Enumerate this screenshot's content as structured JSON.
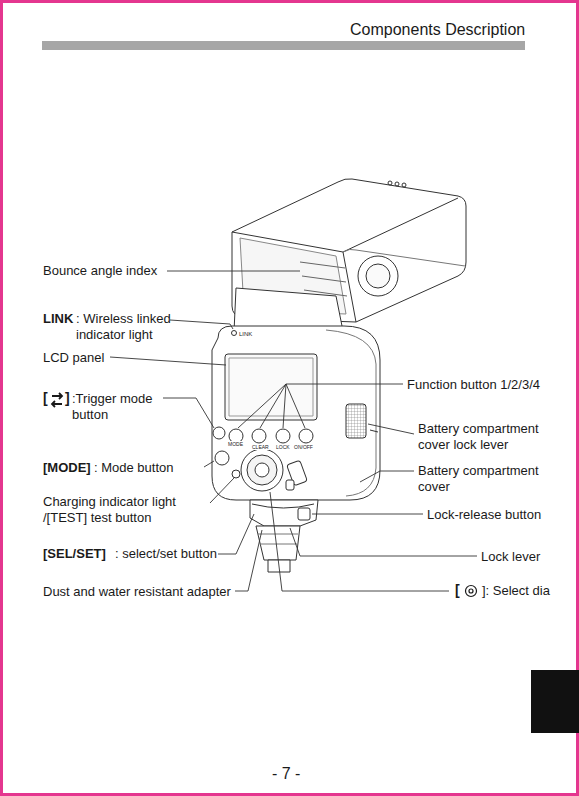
{
  "diagram": {
    "title": "Components Description",
    "labels": [
      "Bounce angle index",
      "LINK",
      ": Wireless linked indicator light",
      "LCD panel",
      "[",
      "]",
      ":Trigger mode button",
      "[MODE]",
      ": Mode button",
      "Charging indicator light /[TEST] test button",
      "[SEL/SET]",
      ": select/set button",
      "Dust and water resistant adapter",
      "Function button 1/2/3/4",
      "Battery compartment cover lock lever",
      "Battery compartment cover",
      "Lock-release button",
      "Lock lever",
      "[",
      "]: Select dia",
      "- 7 -",
      "LINK",
      "MODE",
      "CLEAR",
      "LOCK",
      "ON/OFF"
    ]
  }
}
